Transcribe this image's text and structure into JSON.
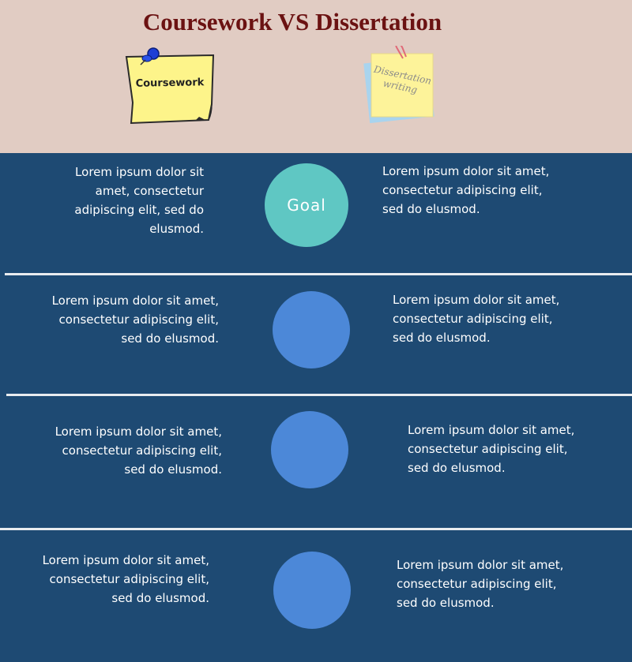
{
  "title": "Coursework VS Dissertation",
  "notes": {
    "coursework": "Coursework",
    "dissertation_line1": "Dissertation",
    "dissertation_line2": "writing"
  },
  "rows": [
    {
      "left_text": "Lorem ipsum dolor sit amet, consectetur adipiscing elit, sed do elusmod.",
      "center_label": "Goal",
      "right_text": "Lorem ipsum dolor sit amet, consectetur adipiscing elit, sed do elusmod."
    },
    {
      "left_text": "Lorem ipsum dolor sit amet, consectetur adipiscing elit, sed do elusmod.",
      "center_label": "",
      "right_text": "Lorem ipsum dolor sit amet, consectetur adipiscing elit, sed do elusmod."
    },
    {
      "left_text": "Lorem ipsum dolor sit amet, consectetur adipiscing elit, sed do elusmod.",
      "center_label": "",
      "right_text": "Lorem ipsum dolor sit amet, consectetur adipiscing elit, sed do elusmod."
    },
    {
      "left_text": "Lorem ipsum dolor sit amet, consectetur adipiscing elit, sed do elusmod.",
      "center_label": "",
      "right_text": "Lorem ipsum dolor sit amet, consectetur adipiscing elit, sed do elusmod."
    }
  ],
  "colors": {
    "header_bg": "#e1ccc3",
    "title": "#6b1212",
    "band_bg": "#1e4a73",
    "goal_circle": "#5fc7c3",
    "circle": "#4c88d8",
    "note_yellow": "#fdf39a",
    "note_blue": "#a9d4ee"
  }
}
